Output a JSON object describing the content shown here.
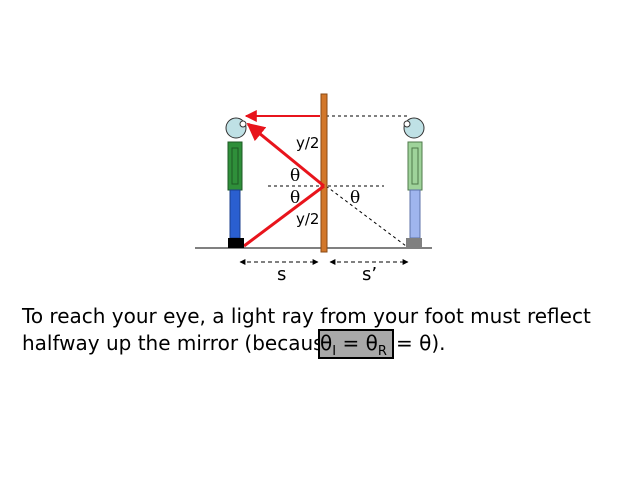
{
  "diagram": {
    "labels": {
      "y_half_top": "y/2",
      "y_half_bottom": "y/2",
      "theta_upper": "θ",
      "theta_lower": "θ",
      "theta_right": "θ",
      "distance_left": "s",
      "distance_right": "s’"
    },
    "colors": {
      "ray": "#e8141c",
      "mirror": "#d2772a",
      "person_left_shirt": "#2f8f3a",
      "person_left_pants": "#2a5fd0",
      "person_left_shoes": "#000000",
      "person_right_shirt": "#9fd39a",
      "person_right_pants": "#9fb5ee",
      "person_right_shoes": "#808080",
      "head": "#bfe1e5"
    }
  },
  "caption": {
    "line1": "To reach your eye, a light ray from your foot must reflect",
    "line2_prefix": "halfway up the mirror (because ",
    "equation": {
      "theta_i": "θ",
      "sub_i": "I",
      "equals1": " = ",
      "theta_r": "θ",
      "sub_r": "R"
    },
    "line2_suffix": " = θ)."
  }
}
